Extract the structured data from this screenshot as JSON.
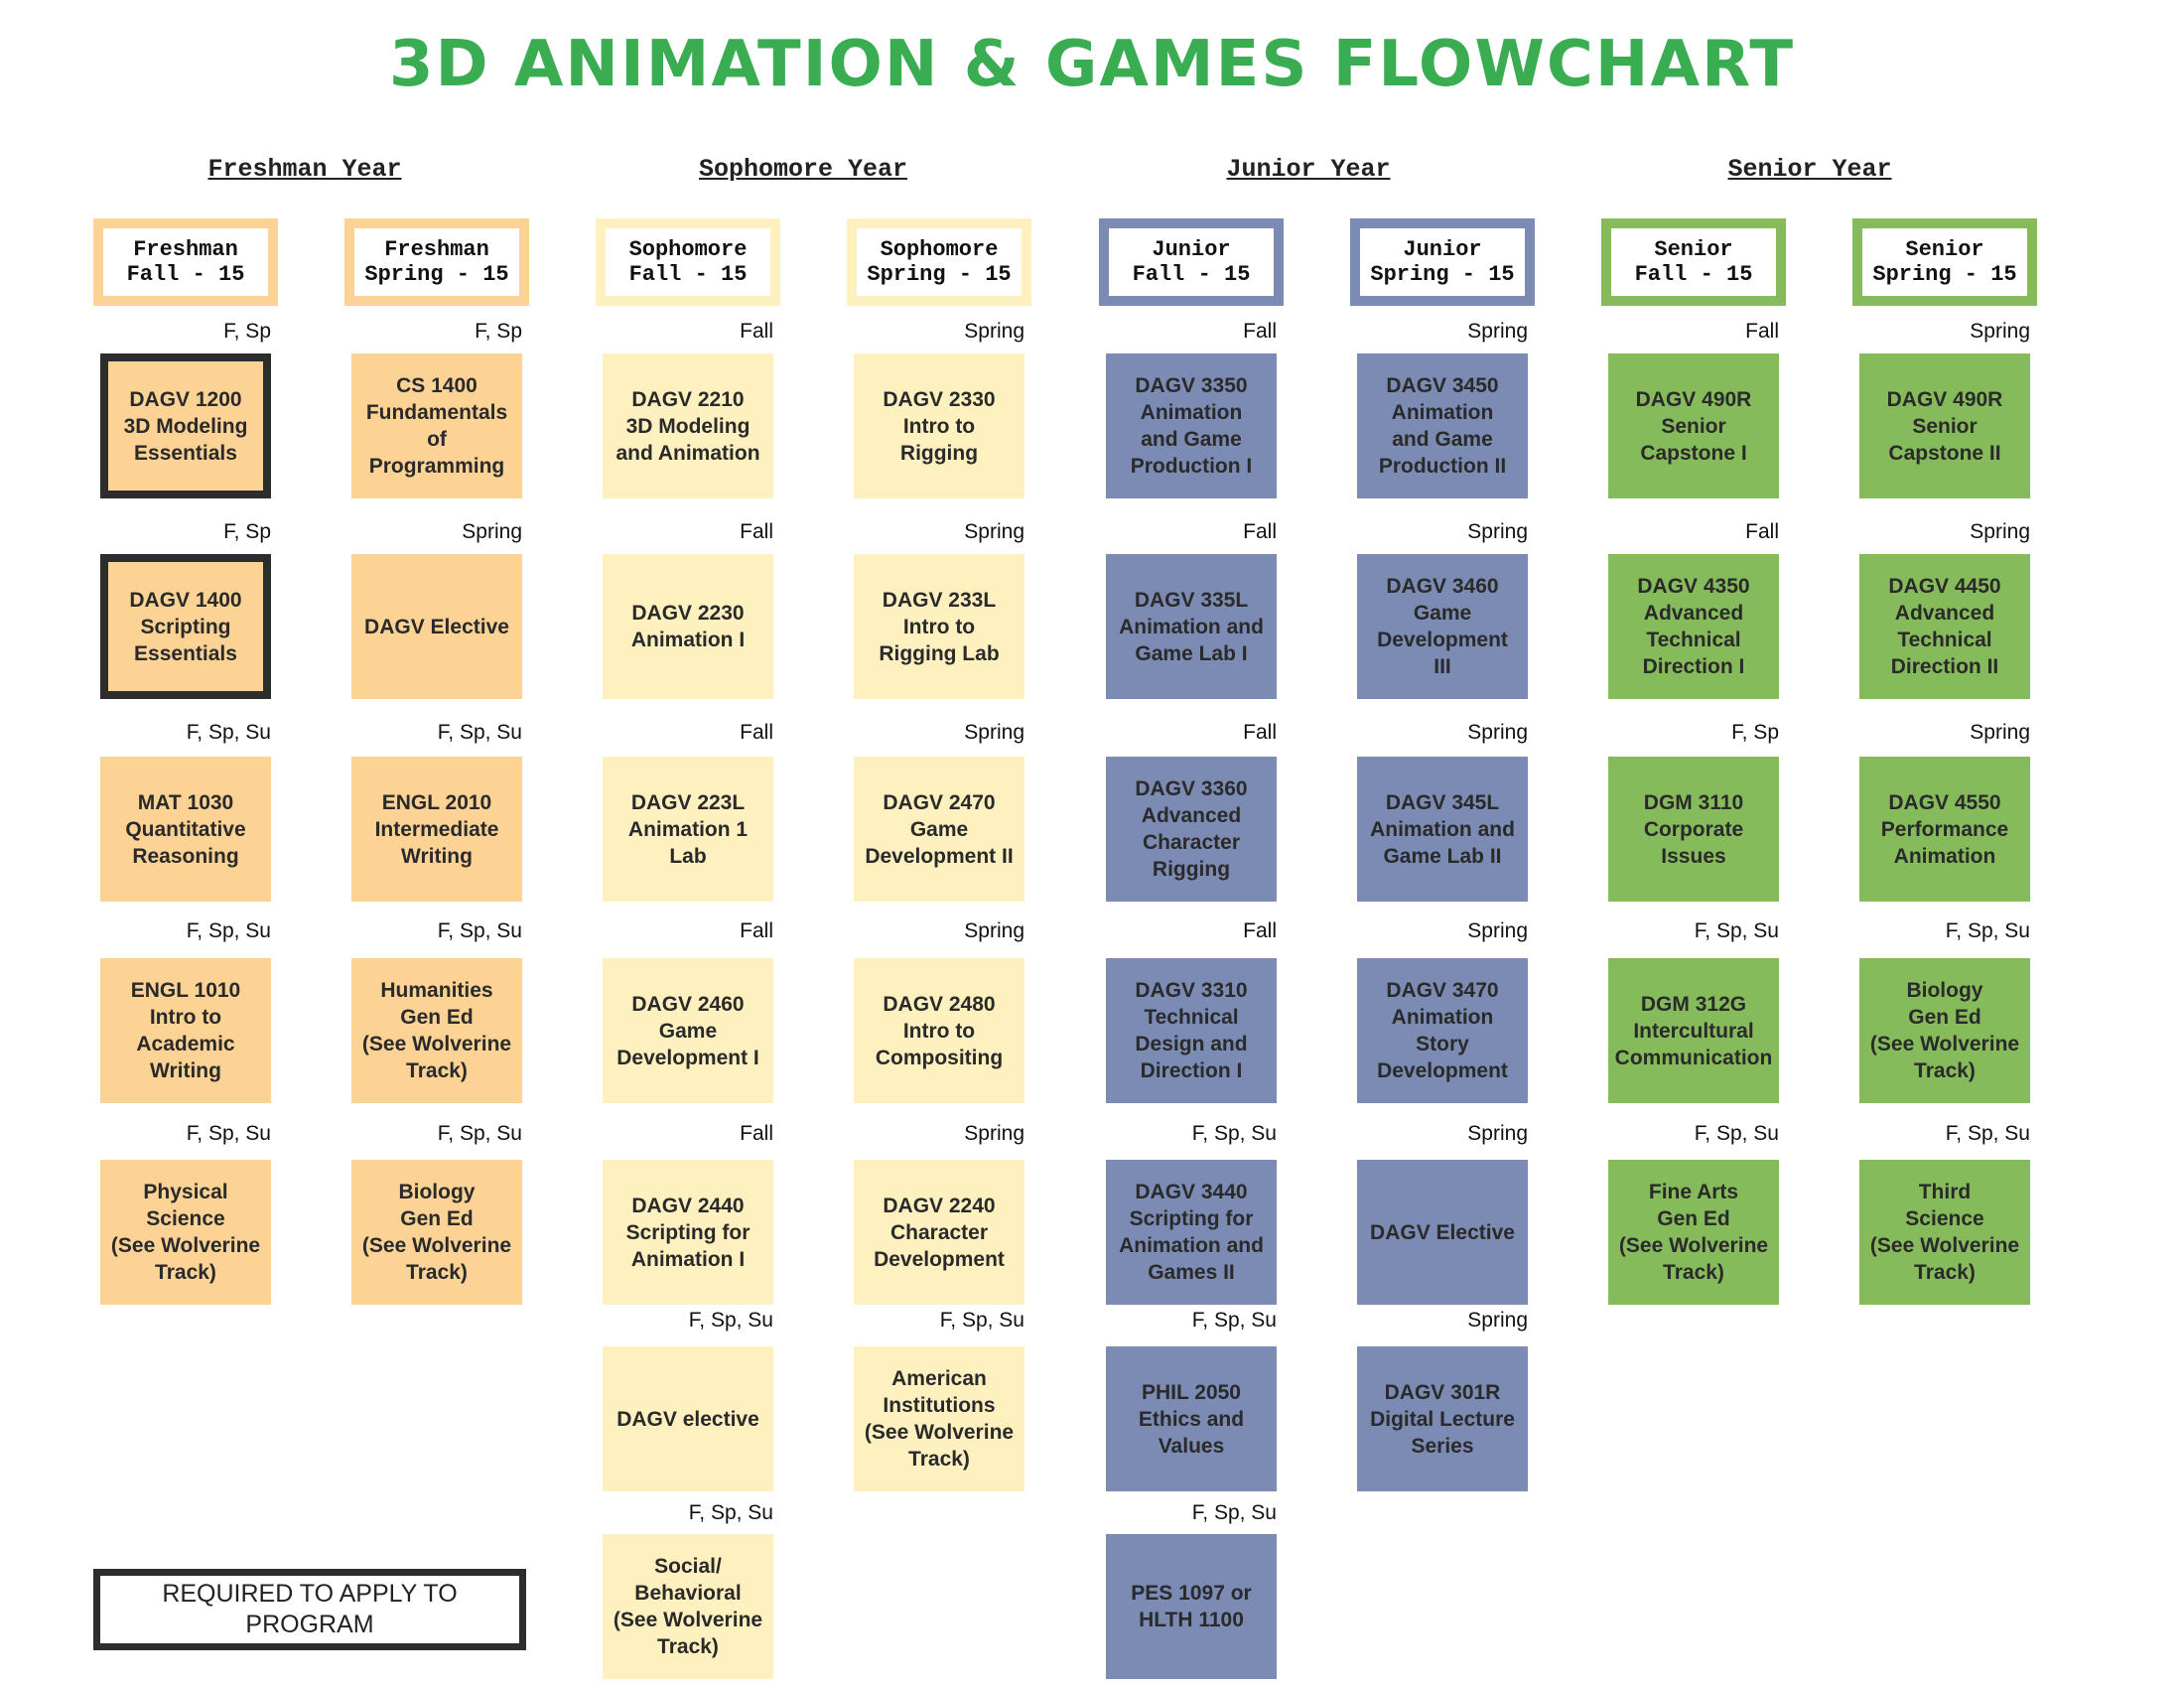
{
  "title": "3D ANIMATION  & GAMES FLOWCHART",
  "colors": {
    "freshman": "#fdd395",
    "sophomore": "#fff1bf",
    "junior": "#7b8bb4",
    "senior": "#86bb5b",
    "title": "#3aad52",
    "required_border": "#2d2d2d"
  },
  "years": [
    "Freshman Year",
    "Sophomore Year",
    "Junior Year",
    "Senior Year"
  ],
  "legend": "REQUIRED TO APPLY TO PROGRAM",
  "columns": [
    {
      "year": "freshman",
      "header": [
        "Freshman",
        "Fall - 15"
      ],
      "courses": [
        {
          "sem": "F, Sp",
          "lines": [
            "DAGV 1200",
            "3D Modeling",
            "Essentials"
          ],
          "required": true
        },
        {
          "sem": "F, Sp",
          "lines": [
            "DAGV 1400",
            "Scripting",
            "Essentials"
          ],
          "required": true
        },
        {
          "sem": "F, Sp, Su",
          "lines": [
            "MAT 1030",
            "Quantitative",
            "Reasoning"
          ]
        },
        {
          "sem": "F, Sp, Su",
          "lines": [
            "ENGL 1010",
            "Intro to",
            "Academic",
            "Writing"
          ]
        },
        {
          "sem": "F, Sp, Su",
          "lines": [
            "Physical",
            "Science",
            "(See Wolverine",
            "Track)"
          ]
        }
      ]
    },
    {
      "year": "freshman",
      "header": [
        "Freshman",
        "Spring - 15"
      ],
      "courses": [
        {
          "sem": "F, Sp",
          "lines": [
            "CS 1400",
            "Fundamentals",
            "of",
            "Programming"
          ]
        },
        {
          "sem": "Spring",
          "lines": [
            "DAGV Elective"
          ]
        },
        {
          "sem": "F, Sp, Su",
          "lines": [
            "ENGL 2010",
            "Intermediate",
            "Writing"
          ]
        },
        {
          "sem": "F, Sp, Su",
          "lines": [
            "Humanities",
            "Gen Ed",
            "(See Wolverine",
            "Track)"
          ]
        },
        {
          "sem": "F, Sp, Su",
          "lines": [
            "Biology",
            "Gen Ed",
            "(See Wolverine",
            "Track)"
          ]
        }
      ]
    },
    {
      "year": "sophomore",
      "header": [
        "Sophomore",
        "Fall - 15"
      ],
      "courses": [
        {
          "sem": "Fall",
          "lines": [
            "DAGV 2210",
            "3D Modeling",
            "and Animation"
          ]
        },
        {
          "sem": "Fall",
          "lines": [
            "DAGV 2230",
            "Animation I"
          ]
        },
        {
          "sem": "Fall",
          "lines": [
            "DAGV 223L",
            "Animation 1",
            "Lab"
          ]
        },
        {
          "sem": "Fall",
          "lines": [
            "DAGV 2460",
            "Game",
            "Development I"
          ]
        },
        {
          "sem": "Fall",
          "lines": [
            "DAGV 2440",
            "Scripting for",
            "Animation I"
          ]
        },
        {
          "sem": "F, Sp, Su",
          "lines": [
            "DAGV elective"
          ]
        },
        {
          "sem": "F, Sp, Su",
          "lines": [
            "Social/",
            "Behavioral",
            "(See Wolverine",
            "Track)"
          ]
        }
      ]
    },
    {
      "year": "sophomore",
      "header": [
        "Sophomore",
        "Spring - 15"
      ],
      "courses": [
        {
          "sem": "Spring",
          "lines": [
            "DAGV 2330",
            "Intro to",
            "Rigging"
          ]
        },
        {
          "sem": "Spring",
          "lines": [
            "DAGV 233L",
            "Intro to",
            "Rigging Lab"
          ]
        },
        {
          "sem": "Spring",
          "lines": [
            "DAGV 2470",
            "Game",
            "Development II"
          ]
        },
        {
          "sem": "Spring",
          "lines": [
            "DAGV 2480",
            "Intro to",
            "Compositing"
          ]
        },
        {
          "sem": "Spring",
          "lines": [
            "DAGV 2240",
            "Character",
            "Development"
          ]
        },
        {
          "sem": "F, Sp, Su",
          "lines": [
            "American",
            "Institutions",
            "(See Wolverine",
            "Track)"
          ]
        }
      ]
    },
    {
      "year": "junior",
      "header": [
        "Junior",
        "Fall - 15"
      ],
      "courses": [
        {
          "sem": "Fall",
          "lines": [
            "DAGV 3350",
            "Animation",
            "and Game",
            "Production I"
          ]
        },
        {
          "sem": "Fall",
          "lines": [
            "DAGV 335L",
            "Animation and",
            "Game Lab I"
          ]
        },
        {
          "sem": "Fall",
          "lines": [
            "DAGV 3360",
            "Advanced",
            "Character",
            "Rigging"
          ]
        },
        {
          "sem": "Fall",
          "lines": [
            "DAGV 3310",
            "Technical",
            "Design and",
            "Direction I"
          ]
        },
        {
          "sem": "F, Sp, Su",
          "lines": [
            "DAGV 3440",
            "Scripting for",
            "Animation and",
            "Games II"
          ]
        },
        {
          "sem": "F, Sp, Su",
          "lines": [
            "PHIL 2050",
            "Ethics and",
            "Values"
          ]
        },
        {
          "sem": "F, Sp, Su",
          "lines": [
            "PES 1097 or",
            "HLTH 1100"
          ]
        }
      ]
    },
    {
      "year": "junior",
      "header": [
        "Junior",
        "Spring - 15"
      ],
      "courses": [
        {
          "sem": "Spring",
          "lines": [
            "DAGV 3450",
            "Animation",
            "and Game",
            "Production II"
          ]
        },
        {
          "sem": "Spring",
          "lines": [
            "DAGV 3460",
            "Game",
            "Development",
            "III"
          ]
        },
        {
          "sem": "Spring",
          "lines": [
            "DAGV 345L",
            "Animation and",
            "Game Lab II"
          ]
        },
        {
          "sem": "Spring",
          "lines": [
            "DAGV 3470",
            "Animation",
            "Story",
            "Development"
          ]
        },
        {
          "sem": "Spring",
          "lines": [
            "DAGV Elective"
          ]
        },
        {
          "sem": "Spring",
          "lines": [
            "DAGV 301R",
            "Digital Lecture",
            "Series"
          ]
        }
      ]
    },
    {
      "year": "senior",
      "header": [
        "Senior",
        "Fall - 15"
      ],
      "courses": [
        {
          "sem": "Fall",
          "lines": [
            "DAGV 490R",
            "Senior",
            "Capstone I"
          ]
        },
        {
          "sem": "Fall",
          "lines": [
            "DAGV 4350",
            "Advanced",
            "Technical",
            "Direction I"
          ]
        },
        {
          "sem": "F, Sp",
          "lines": [
            "DGM 3110",
            "Corporate",
            "Issues"
          ]
        },
        {
          "sem": "F, Sp, Su",
          "lines": [
            "DGM 312G",
            "Intercultural",
            "Communication"
          ]
        },
        {
          "sem": "F, Sp, Su",
          "lines": [
            "Fine Arts",
            "Gen Ed",
            "(See Wolverine",
            "Track)"
          ]
        }
      ]
    },
    {
      "year": "senior",
      "header": [
        "Senior",
        "Spring - 15"
      ],
      "courses": [
        {
          "sem": "Spring",
          "lines": [
            "DAGV 490R",
            "Senior",
            "Capstone II"
          ]
        },
        {
          "sem": "Spring",
          "lines": [
            "DAGV 4450",
            "Advanced",
            "Technical",
            "Direction II"
          ]
        },
        {
          "sem": "Spring",
          "lines": [
            "DAGV 4550",
            "Performance",
            "Animation"
          ]
        },
        {
          "sem": "F, Sp, Su",
          "lines": [
            "Biology",
            "Gen Ed",
            "(See Wolverine",
            "Track)"
          ]
        },
        {
          "sem": "F, Sp, Su",
          "lines": [
            "Third",
            "Science",
            "(See Wolverine",
            "Track)"
          ]
        }
      ]
    }
  ]
}
